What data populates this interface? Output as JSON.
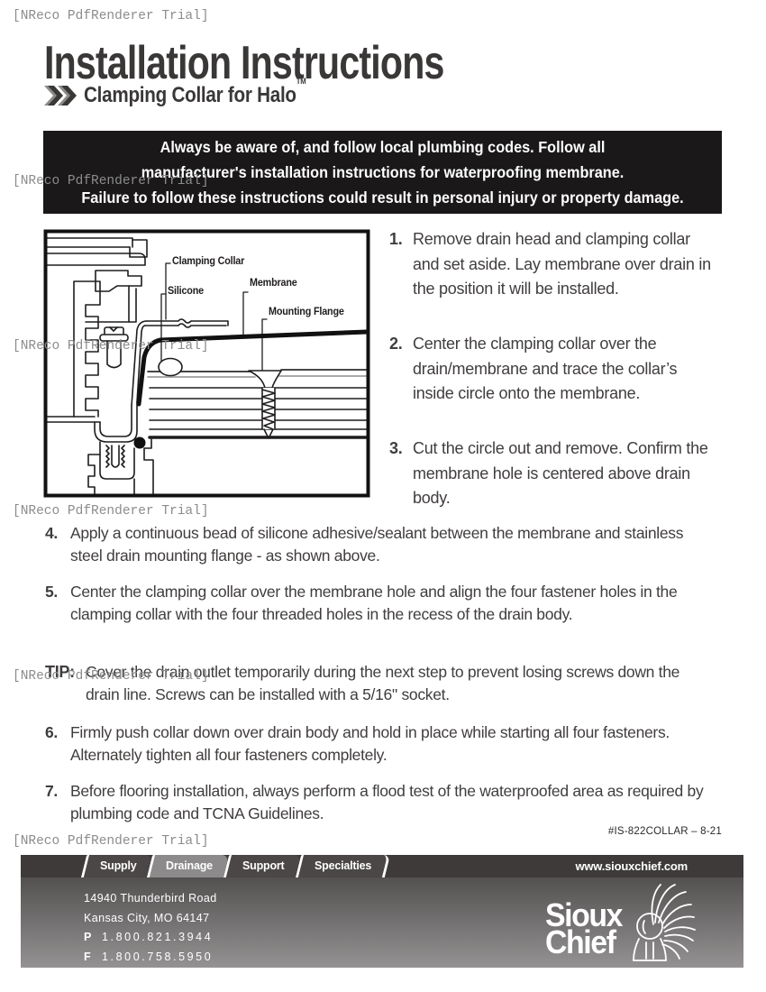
{
  "watermark": "[NReco PdfRenderer Trial]",
  "header": {
    "title": "Installation Instructions",
    "subtitle": "Clamping Collar for Halo",
    "trademark": "TM"
  },
  "warning": {
    "lines": [
      "Always be aware of, and follow local plumbing codes. Follow all",
      "manufacturer's installation instructions for waterproofing membrane.",
      "Failure to follow these instructions could result in personal injury or property damage."
    ]
  },
  "diagram": {
    "labels": {
      "clamping_collar": "Clamping Collar",
      "silicone": "Silicone",
      "membrane": "Membrane",
      "mounting_flange": "Mounting Flange"
    }
  },
  "steps": [
    {
      "num": "1.",
      "text": "Remove drain head and clamping collar and set aside. Lay membrane over drain in the position it will be installed."
    },
    {
      "num": "2.",
      "text": "Center the clamping collar over the drain/membrane and trace the collar’s inside circle onto the membrane."
    },
    {
      "num": "3.",
      "text": "Cut the circle out and remove. Confirm the membrane hole is centered above drain body."
    },
    {
      "num": "4.",
      "text": "Apply a continuous bead of silicone adhesive/sealant between the membrane and stainless steel drain mounting flange - as shown above."
    },
    {
      "num": "5.",
      "text": "Center the clamping collar over the membrane hole and align the four fastener holes in the clamping collar with the four threaded holes in the recess of the drain body."
    },
    {
      "num": "6.",
      "text": "Firmly push collar down over drain body and hold in place while starting all four fasteners. Alternately tighten all four fasteners completely."
    },
    {
      "num": "7.",
      "text": "Before flooring installation, always perform a flood test of the waterproofed area as required by plumbing code and TCNA Guidelines."
    }
  ],
  "tip": {
    "label": "TIP:",
    "text": "Cover the drain outlet temporarily during the next step to prevent losing screws down the drain line. Screws can be installed with a 5/16\" socket."
  },
  "footer": {
    "doc_number": "#IS-822COLLAR – 8-21",
    "tabs": [
      {
        "label": "Supply"
      },
      {
        "label": "Drainage"
      },
      {
        "label": "Support"
      },
      {
        "label": "Specialties"
      }
    ],
    "active_tab": "Drainage",
    "website": "www.siouxchief.com",
    "address": {
      "line1": "14940 Thunderbird Road",
      "line2": "Kansas City, MO 64147"
    },
    "phone": {
      "label": "P",
      "number": "1.800.821.3944"
    },
    "fax": {
      "label": "F",
      "number": "1.800.758.5950"
    },
    "logo": {
      "line1": "Sioux",
      "line2": "Chief"
    }
  },
  "colors": {
    "warning_bg": "#1a1818",
    "footer_bar": "#3e3a3a",
    "tab_active": "#8c8a8a",
    "tab_inactive": "#4b4746",
    "body_text": "#413d3d",
    "watermark": "#8c8c8c"
  }
}
